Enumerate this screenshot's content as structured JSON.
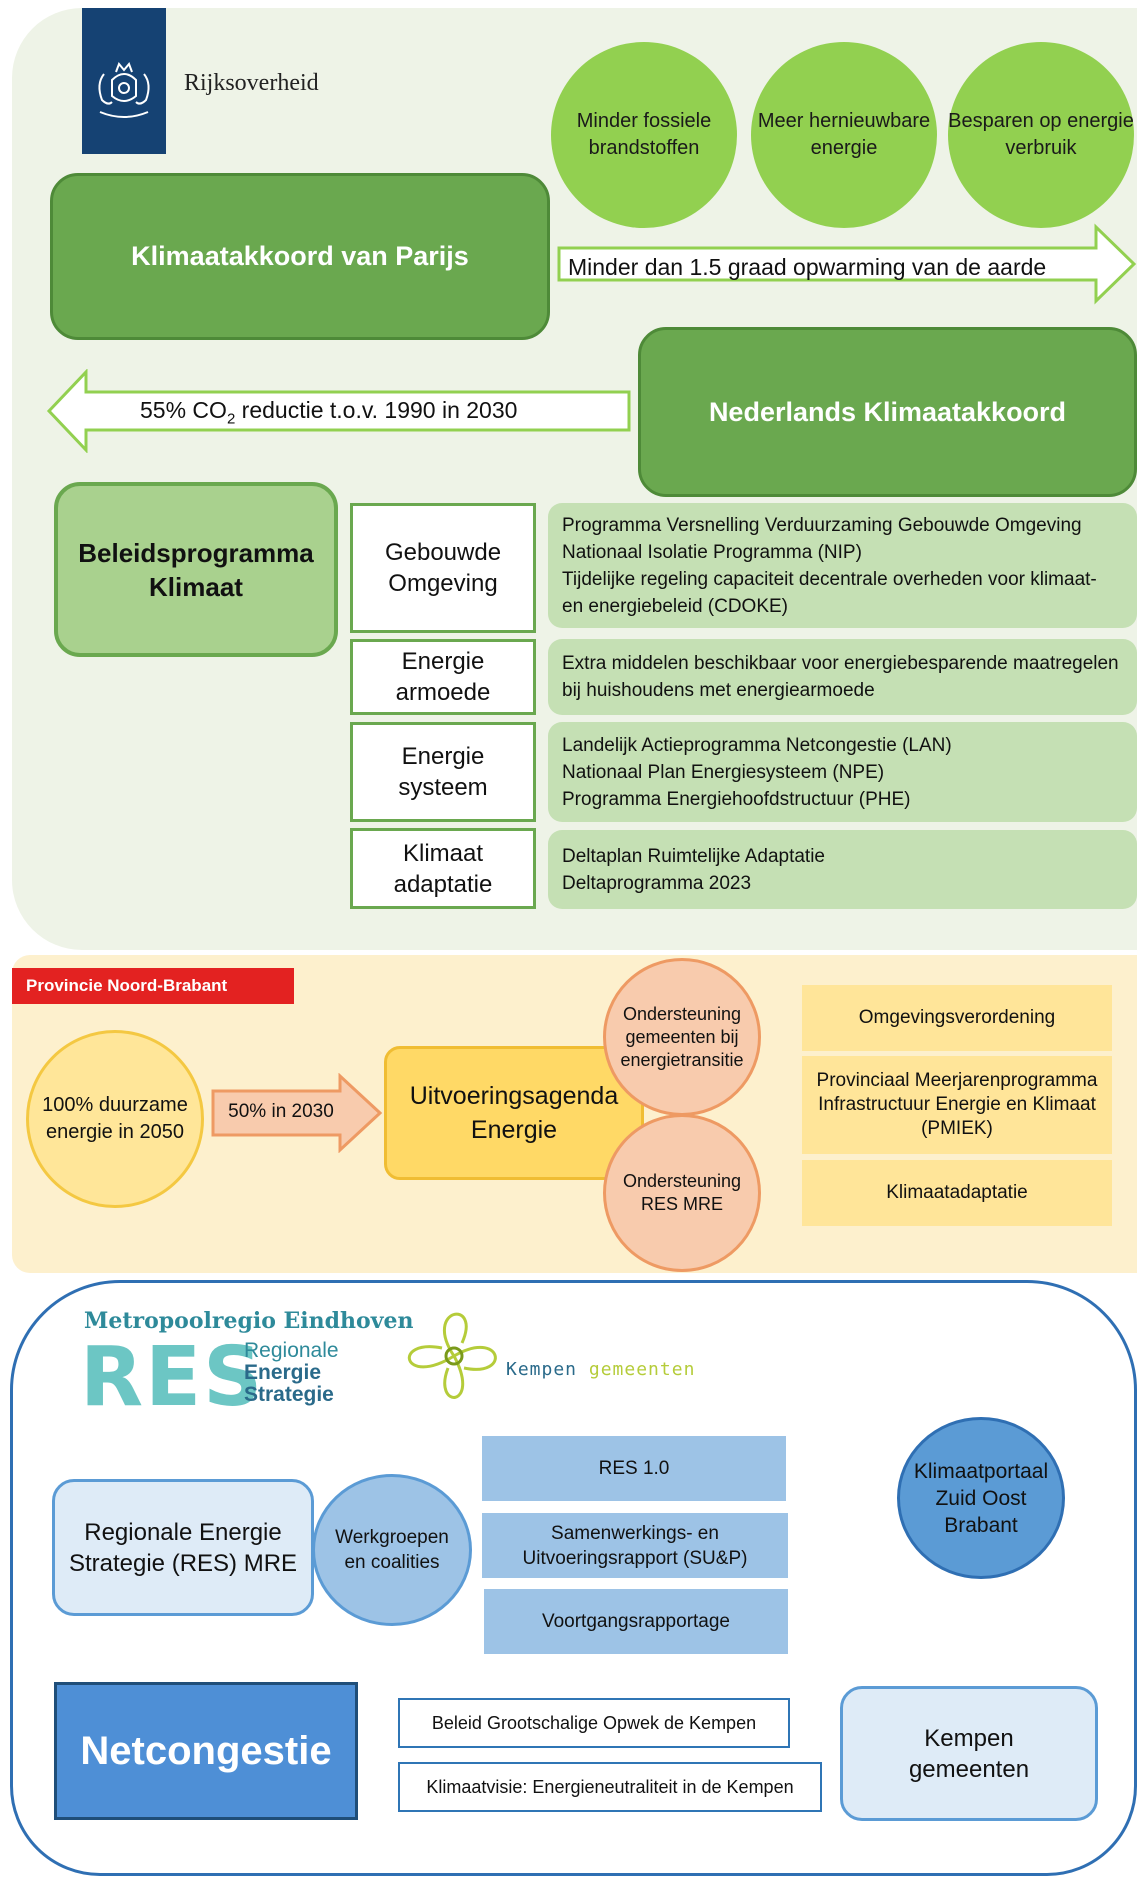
{
  "national": {
    "logo_text": "Rijksoverheid",
    "goals": [
      "Minder fossiele brandstoffen",
      "Meer hernieuwbare energie",
      "Besparen op energie verbruik"
    ],
    "paris": "Klimaatakkoord van Parijs",
    "paris_arrow": "Minder dan 1.5 graad opwarming van de aarde",
    "nl_akkoord": "Nederlands Klimaatakkoord",
    "nl_arrow_prefix": "55% CO",
    "nl_arrow_sub": "2",
    "nl_arrow_suffix": " reductie t.o.v. 1990 in 2030",
    "beleid": "Beleidsprogramma Klimaat",
    "categories": [
      {
        "name": "Gebouwde Omgeving",
        "programs": [
          "Programma Versnelling Verduurzaming Gebouwde Omgeving",
          "Nationaal Isolatie Programma (NIP)",
          "Tijdelijke regeling capaciteit decentrale overheden voor klimaat- en energiebeleid (CDOKE)"
        ]
      },
      {
        "name": "Energie armoede",
        "programs": [
          "Extra middelen beschikbaar voor energiebesparende maatregelen bij huishoudens met energiearmoede"
        ]
      },
      {
        "name": "Energie systeem",
        "programs": [
          "Landelijk Actieprogramma Netcongestie (LAN)",
          "Nationaal Plan Energiesysteem (NPE)",
          "Programma Energiehoofdstructuur (PHE)"
        ]
      },
      {
        "name": "Klimaat adaptatie",
        "programs": [
          "Deltaplan Ruimtelijke Adaptatie",
          "Deltaprogramma 2023"
        ]
      }
    ]
  },
  "province": {
    "tag": "Provincie Noord-Brabant",
    "goal_circle": "100% duurzame energie in 2050",
    "arrow": "50% in 2030",
    "agenda": "Uitvoeringsagenda Energie",
    "support_top": "Ondersteuning gemeenten bij energietransitie",
    "support_bottom": "Ondersteuning RES MRE",
    "boxes": [
      "Omgevingsverordening",
      "Provinciaal Meerjarenprogramma Infrastructuur Energie en Klimaat (PMIEK)",
      "Klimaatadaptatie"
    ]
  },
  "regional": {
    "metro_title": "Metropoolregio Eindhoven",
    "res_big": "RES",
    "res_sub": [
      "Regionale",
      "Energie",
      "Strategie"
    ],
    "kempen_logo_a": "Kempen",
    "kempen_logo_b": "gemeenten",
    "res_box": "Regionale Energie Strategie (RES) MRE",
    "werkgroepen": "Werkgroepen en coalities",
    "docs": [
      "RES 1.0",
      "Samenwerkings- en Uitvoeringsrapport (SU&P)",
      "Voortgangsrapportage"
    ],
    "klimaatportaal": "Klimaatportaal Zuid Oost Brabant",
    "netcongestie": "Netcongestie",
    "kempen_docs": [
      "Beleid Grootschalige Opwek de Kempen",
      "Klimaatvisie: Energieneutraliteit in de Kempen"
    ],
    "kempen_box": "Kempen gemeenten"
  }
}
